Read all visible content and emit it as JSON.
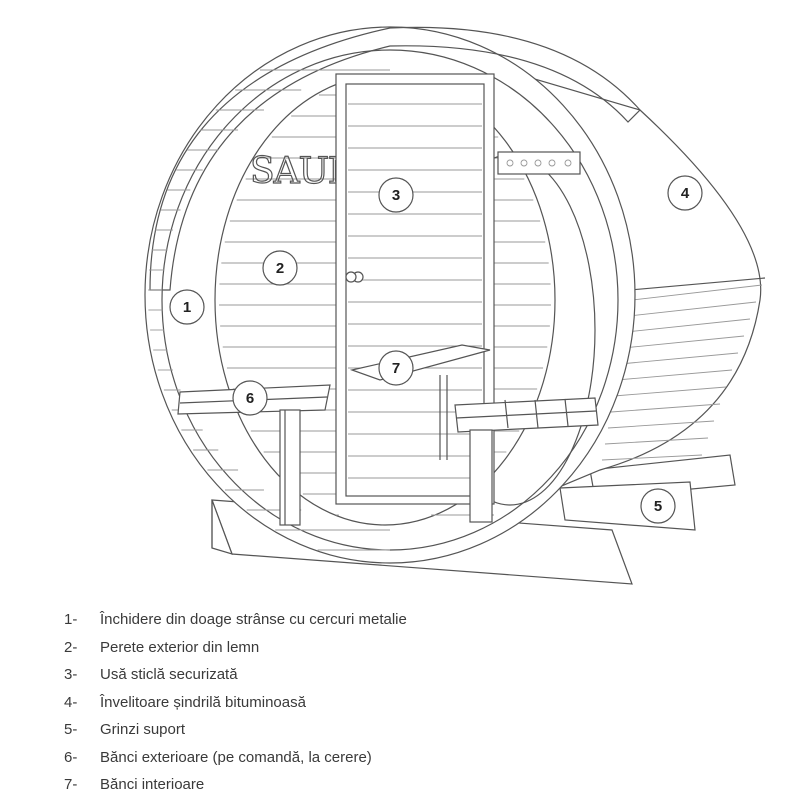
{
  "figure": {
    "sign_text": "SAUNA",
    "callouts": [
      "1",
      "2",
      "3",
      "4",
      "5",
      "6",
      "7"
    ]
  },
  "legend": [
    {
      "num": "1-",
      "text": "Închidere din doage strânse cu cercuri metalie"
    },
    {
      "num": "2-",
      "text": "Perete exterior din lemn"
    },
    {
      "num": "3-",
      "text": "Usă sticlă securizată"
    },
    {
      "num": "4-",
      "text": "Învelitoare șindrilă bituminoasă"
    },
    {
      "num": "5-",
      "text": "Grinzi suport"
    },
    {
      "num": "6-",
      "text": "Bănci exterioare (pe comandă, la cerere)"
    },
    {
      "num": "7-",
      "text": "Bănci interioare"
    }
  ]
}
